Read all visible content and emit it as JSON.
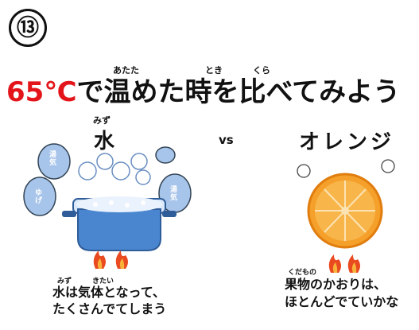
{
  "number": "⑬",
  "title": {
    "temp": "65℃",
    "rest": "で温めた時を比べてみよう",
    "ruby_atata": "あたた",
    "ruby_toki": "とき",
    "ruby_kura": "くら"
  },
  "water": {
    "ruby": "みず",
    "label": "水",
    "bubble_1": "湯気",
    "bubble_2": "ゆげ",
    "bubble_3": "湯気",
    "caption_ruby_1": "みず",
    "caption_ruby_2": "きたい",
    "caption_line1": "水は気体となって、",
    "caption_line2": "たくさんでてしまう"
  },
  "vs": "vs",
  "orange": {
    "label": "オレンジ",
    "caption_ruby": "くだもの",
    "caption_line1": "果物のかおりは、",
    "caption_line2": "ほとんどでていかな"
  },
  "colors": {
    "accent_red": "#e3151b",
    "steam_blue": "#a7c4ea",
    "pot_blue": "#4a86cf",
    "orange": "#f5a02a",
    "flame": "#e94a1f"
  }
}
